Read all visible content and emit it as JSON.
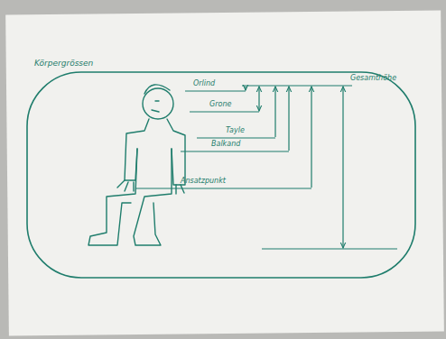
{
  "diagram": {
    "title": "Körpergrössen",
    "labels": [
      "Orlind",
      "Grone",
      "Tayle",
      "Balkand",
      "Ansatzpunkt",
      "Gesamthöhe"
    ]
  }
}
